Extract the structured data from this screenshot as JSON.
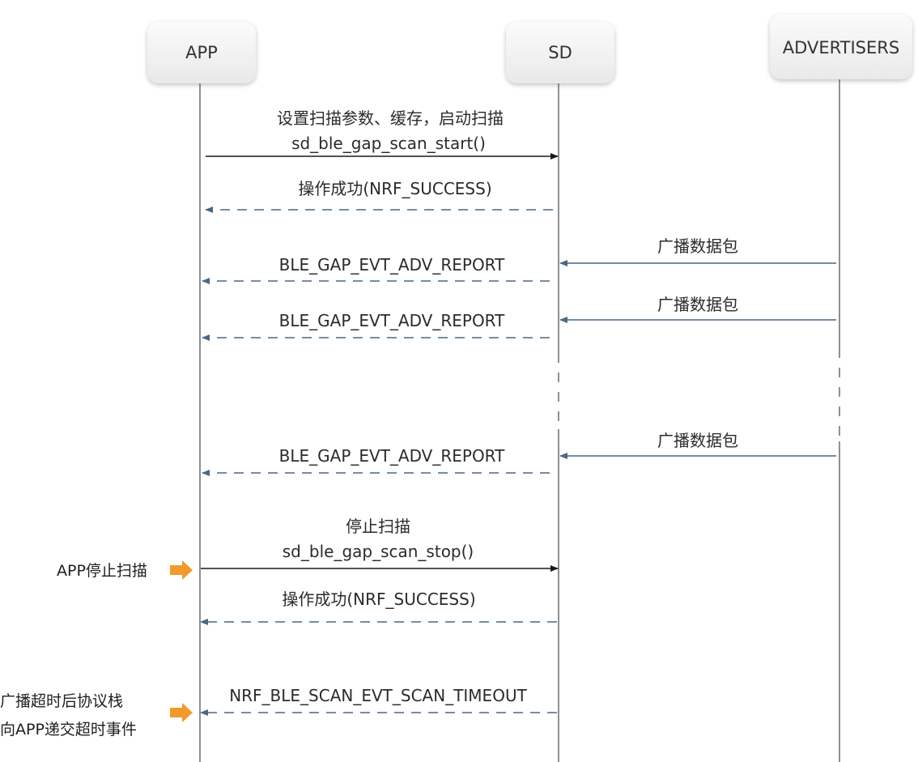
{
  "participants": {
    "app": "APP",
    "sd": "SD",
    "advertisers": "ADVERTISERS"
  },
  "messages": {
    "scan_start_desc": "设置扫描参数、缓存，启动扫描",
    "scan_start_call": "sd_ble_gap_scan_start()",
    "start_success": "操作成功(NRF_SUCCESS)",
    "adv_packet_1": "广播数据包",
    "adv_report_1": "BLE_GAP_EVT_ADV_REPORT",
    "adv_packet_2": "广播数据包",
    "adv_report_2": "BLE_GAP_EVT_ADV_REPORT",
    "adv_packet_3": "广播数据包",
    "adv_report_3": "BLE_GAP_EVT_ADV_REPORT",
    "stop_desc": "停止扫描",
    "scan_stop_call": "sd_ble_gap_scan_stop()",
    "stop_success": "操作成功(NRF_SUCCESS)",
    "timeout_event": "NRF_BLE_SCAN_EVT_SCAN_TIMEOUT"
  },
  "annotations": {
    "app_stop_scan": "APP停止扫描",
    "timeout_line1": "广播超时后协议栈",
    "timeout_line2": "向APP递交超时事件"
  },
  "colors": {
    "request_arrow": "#1a1a1a",
    "response_arrow": "#4a6784",
    "lifeline": "#555555",
    "callout_arrow": "#f39a2e"
  }
}
